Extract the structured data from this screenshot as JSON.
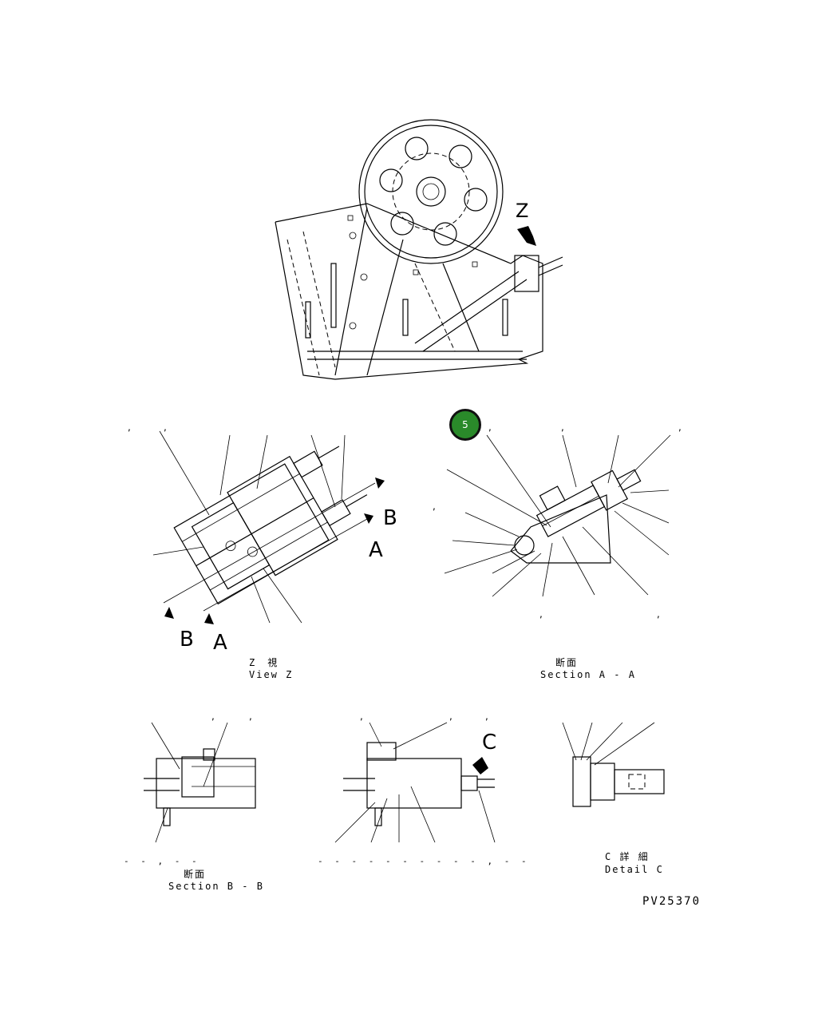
{
  "marker": {
    "label": "5",
    "color": "#2a8a2a"
  },
  "main_view": {
    "view_arrow_letter": "Z"
  },
  "view_z": {
    "caption_jp": "Z　視",
    "caption_en": "View Z",
    "section_letter_b": "B",
    "section_letter_a": "A"
  },
  "section_aa": {
    "caption_jp": "断面",
    "caption_en": "Section A - A"
  },
  "section_bb": {
    "caption_jp": "断面",
    "caption_en": "Section B - B",
    "footnote": "- - , - -"
  },
  "section_cc": {
    "detail_letter": "C",
    "footnote": "- -   - -   - -   - -   - - , - -"
  },
  "detail_c": {
    "caption_jp": "C 詳 細",
    "caption_en": "Detail C"
  },
  "drawing_number": "PV25370"
}
